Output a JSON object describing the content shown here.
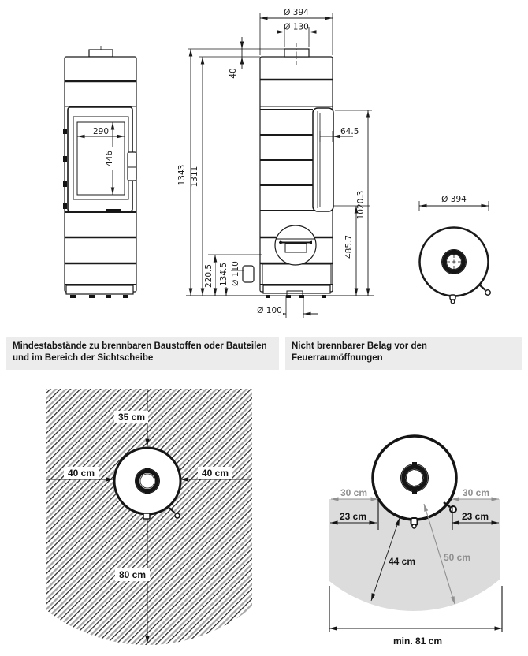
{
  "headings": {
    "left_line1": "Mindestabstände zu brennbaren Baustoffen oder Bauteilen",
    "left_line2": "und im Bereich der Sichtscheibe",
    "right": "Nicht brennbarer Belag vor den Feuerraumöffnungen"
  },
  "technical_drawing": {
    "front_view": {
      "glass_width": "290",
      "glass_height": "446"
    },
    "side_view": {
      "top_diameter": "Ø 394",
      "flue_collar_diameter": "Ø 130",
      "collar_height": "40",
      "total_height": "1343",
      "body_height": "1311",
      "door_depth": "64.5",
      "glass_top_height": "1020.3",
      "glass_bottom_height": "485.7",
      "inlet_height_outer": "220.5",
      "inlet_height_inner": "134.5",
      "inlet_diameter": "Ø 110",
      "floor_duct_diameter": "Ø 100"
    },
    "top_view": {
      "diameter": "Ø 394"
    }
  },
  "clearance_diagram": {
    "rear": "35 cm",
    "left": "40 cm",
    "right": "40 cm",
    "front": "80 cm"
  },
  "floor_diagram": {
    "side_left": "30 cm",
    "side_right": "30 cm",
    "front_left": "23 cm",
    "front_right": "23 cm",
    "depth": "44 cm",
    "radius": "50 cm",
    "min_width": "min. 81 cm"
  },
  "colors": {
    "floor_gray": "#dcdcdc",
    "heading_bg": "#ececec",
    "gray_text": "#8f8f8f",
    "line": "#1a1a1a"
  }
}
